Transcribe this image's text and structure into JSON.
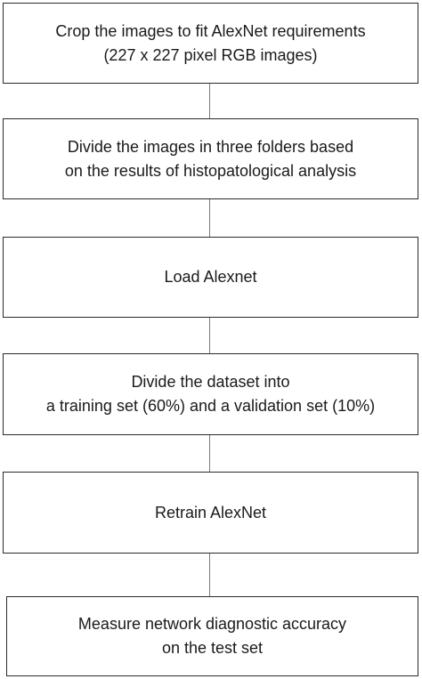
{
  "steps": [
    {
      "lines": [
        "Crop the images to fit AlexNet requirements",
        "(227 x 227 pixel RGB images)"
      ]
    },
    {
      "lines": [
        "Divide the images in three folders based",
        "on the results of histopatological analysis"
      ]
    },
    {
      "lines": [
        "Load Alexnet"
      ]
    },
    {
      "lines": [
        "Divide the dataset into",
        "a training set (60%) and a validation set (10%)"
      ]
    },
    {
      "lines": [
        "Retrain AlexNet"
      ]
    },
    {
      "lines": [
        "Measure network diagnostic accuracy",
        "on the test set"
      ]
    }
  ]
}
